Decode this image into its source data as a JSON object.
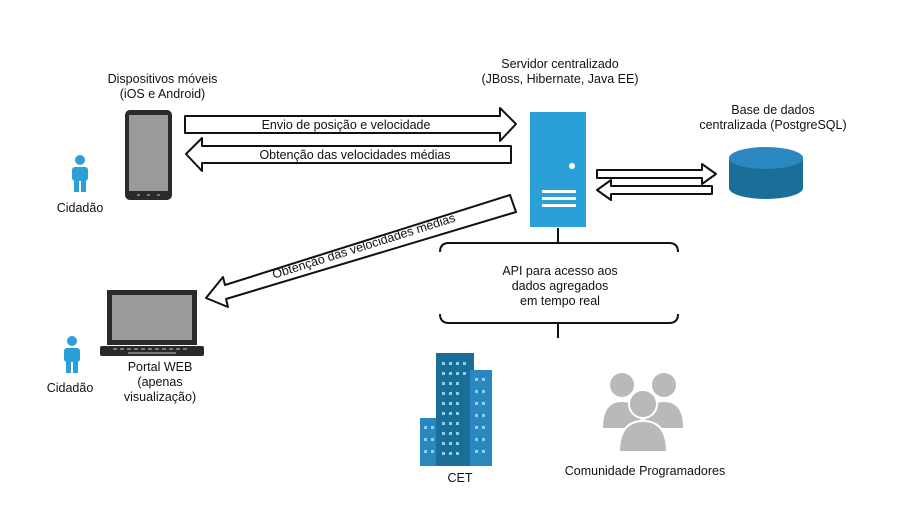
{
  "labels": {
    "mobile_devices": "Dispositivos móveis",
    "mobile_platforms": "(iOS e Android)",
    "server_title": "Servidor centralizado",
    "server_stack": "(JBoss, Hibernate, Java EE)",
    "db_title": "Base de dados",
    "db_subtitle": "centralizada (PostgreSQL)",
    "citizen_top": "Cidadão",
    "citizen_bottom": "Cidadão",
    "portal_line1": "Portal WEB",
    "portal_line2": "(apenas",
    "portal_line3": "visualização)",
    "api_line1": "API para acesso aos",
    "api_line2": "dados agregados",
    "api_line3": "em tempo real",
    "cet": "CET",
    "community": "Comunidade Programadores"
  },
  "arrows": {
    "send_position": "Envio de posição e velocidade",
    "get_speeds": "Obtenção das velocidades médias",
    "get_speeds_web": "Obtenção das velocidades médias"
  },
  "colors": {
    "accent_blue": "#2a9fd8",
    "dark_blue": "#1b6e99",
    "db_blue": "#1a6f98",
    "building_blue": "#2a87bf",
    "gray_people": "#b9b9b9",
    "device_dark": "#2a2a2a",
    "screen_gray": "#9a9a9a"
  },
  "icons": [
    "mobile-phone-icon",
    "server-icon",
    "database-icon",
    "laptop-icon",
    "person-icon",
    "buildings-icon",
    "people-group-icon"
  ]
}
